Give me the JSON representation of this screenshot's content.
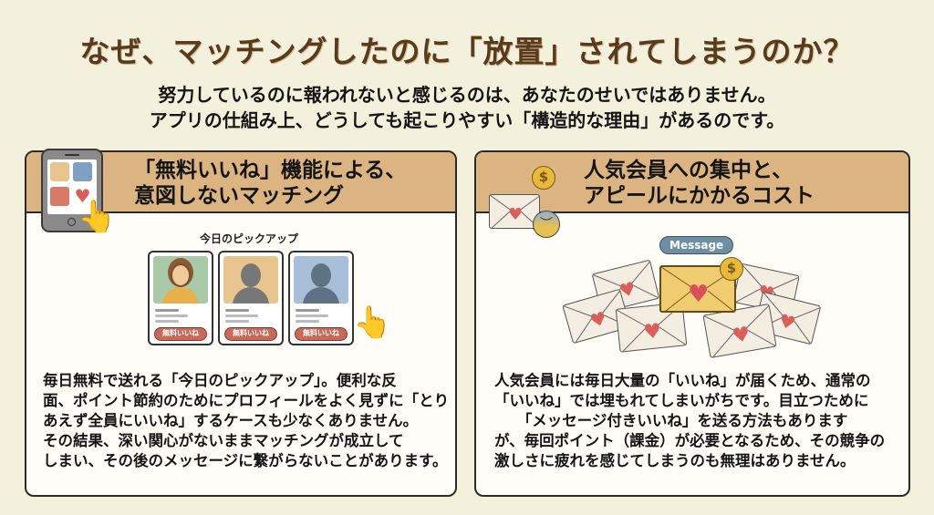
{
  "header": {
    "title": "なぜ、マッチングしたのに「放置」されてしまうのか？",
    "subtitle_lines": [
      "努力しているのに報われないと感じるのは、あなたのせいではありません。",
      "アプリの仕組み上、どうしても起こりやすい「構造的な理由」があるのです。"
    ]
  },
  "colors": {
    "background": "#f3f0dc",
    "title": "#5a3a1a",
    "panel_header": "#dcb482",
    "panel_body": "#fefdf8",
    "like_button": "#c9695a",
    "heart": "#e06a66",
    "coin": "#e8b93a",
    "message_bubble": "#6e8ea4"
  },
  "panels": [
    {
      "title": "「無料いいね」機能による、\n意図しないマッチング",
      "icon": "tablet-tap-icon",
      "illustration": {
        "label": "今日のピックアップ",
        "cards": [
          {
            "avatar": "female-avatar",
            "photo_color": "#a9c9a8",
            "button": "無料いいね"
          },
          {
            "avatar": "silhouette-avatar",
            "photo_color": "#e8c58e",
            "button": "無料いいね"
          },
          {
            "avatar": "silhouette-avatar",
            "photo_color": "#a7bfd8",
            "button": "無料いいね"
          }
        ]
      },
      "body_lines": [
        "毎日無料で送れる「今日のピックアップ」。便利な反",
        "面、ポイント節約のためにプロフィールをよく見ずに「とり",
        "あえず全員にいいね」するケースも少なくありません。",
        "その結果、深い関心がないままマッチングが成立して",
        "しまい、その後のメッセージに繋がらないことがあります。"
      ]
    },
    {
      "title": "人気会員への集中と、\nアピールにかかるコスト",
      "icon": "envelope-coin-worried-icon",
      "illustration": {
        "bubble": "Message",
        "coin_symbol": "$"
      },
      "body_lines": [
        "人気会員には毎日大量の「いいね」が届くため、通常の",
        "「いいね」では埋もれてしまいがちです。目立つために",
        "　　「メッセージ付きいいね」を送る方法もあります",
        "が、毎回ポイント（課金）が必要となるため、その競争の",
        "激しさに疲れを感じてしまうのも無理はありません。"
      ]
    }
  ]
}
